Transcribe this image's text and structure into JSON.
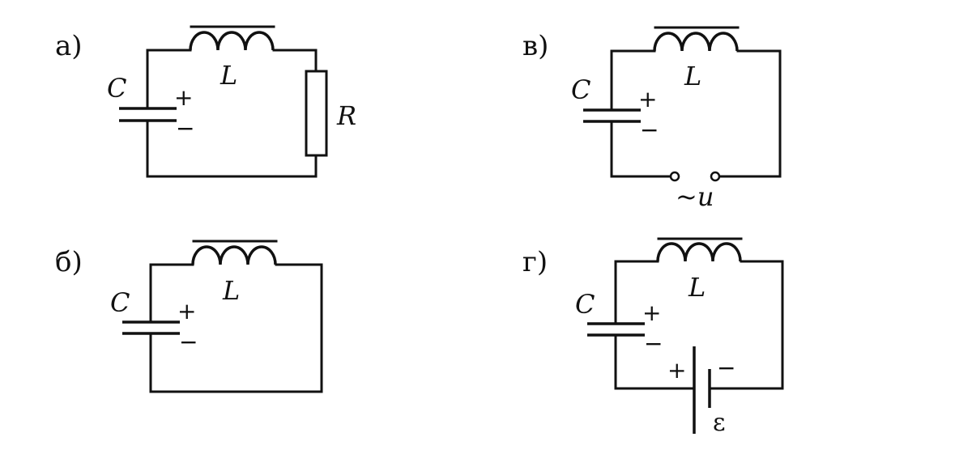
{
  "circuits": [
    {
      "id": "a",
      "label": "а)",
      "capacitor": "C",
      "plus": "+",
      "minus": "−",
      "inductor": "L",
      "resistor": "R"
    },
    {
      "id": "b",
      "label": "б)",
      "capacitor": "C",
      "plus": "+",
      "minus": "−",
      "inductor": "L"
    },
    {
      "id": "v",
      "label": "в)",
      "capacitor": "C",
      "plus": "+",
      "minus": "−",
      "inductor": "L",
      "source": "~u"
    },
    {
      "id": "g",
      "label": "г)",
      "capacitor": "C",
      "plus": "+",
      "minus": "−",
      "inductor": "L",
      "battery_plus": "+",
      "battery_minus": "−",
      "emf": "ε"
    }
  ]
}
